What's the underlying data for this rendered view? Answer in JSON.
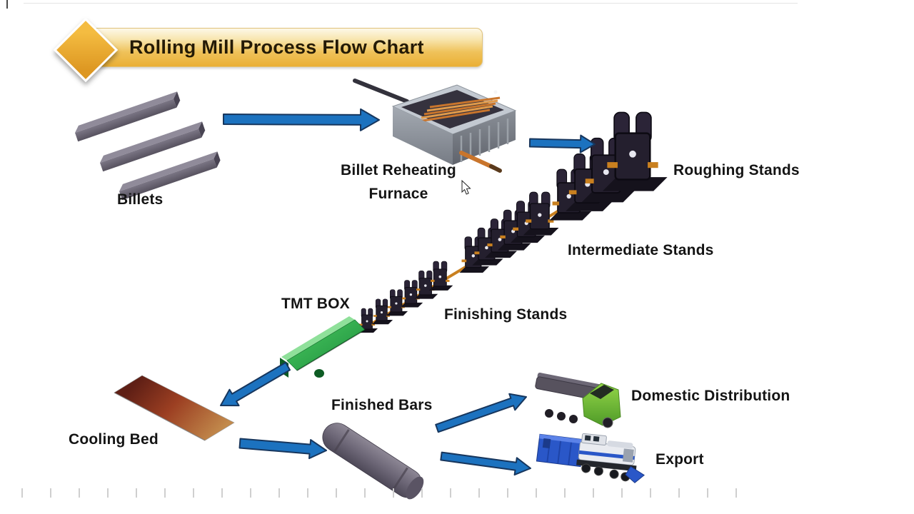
{
  "title_banner": {
    "text": "Rolling Mill Process Flow Chart"
  },
  "nodes": {
    "billets": {
      "label": "Billets",
      "icon": "steel-billets-icon"
    },
    "reheating_furnace": {
      "label_lines": [
        "Billet Reheating",
        "Furnace"
      ],
      "icon": "reheating-furnace-icon"
    },
    "roughing_stands": {
      "label": "Roughing Stands",
      "icon": "mill-stand-icon"
    },
    "intermediate_stands": {
      "label": "Intermediate Stands",
      "icon": "mill-stand-icon"
    },
    "finishing_stands": {
      "label": "Finishing Stands",
      "icon": "mill-stand-icon"
    },
    "tmt_box": {
      "label": "TMT BOX",
      "icon": "tmt-quench-box-icon"
    },
    "cooling_bed": {
      "label": "Cooling Bed",
      "icon": "cooling-bed-icon"
    },
    "finished_bars": {
      "label": "Finished Bars",
      "icon": "bar-bundle-icon"
    },
    "domestic_distribution": {
      "label": "Domestic Distribution",
      "icon": "truck-icon"
    },
    "export": {
      "label": "Export",
      "icon": "train-icon"
    }
  },
  "colors": {
    "arrow_fill": "#1c72bf",
    "arrow_stroke": "#17365d",
    "banner_gold": "#edb944",
    "diamond_orange": "#e9a42c",
    "tmt_green": "#2ead4b",
    "hot_bar": "#c9801f",
    "label_text": "#141414"
  }
}
